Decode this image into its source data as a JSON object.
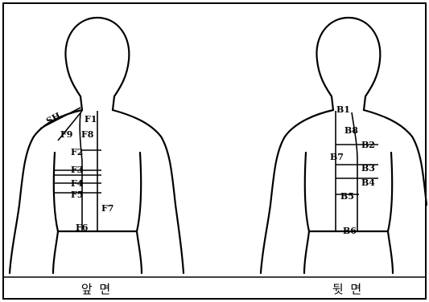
{
  "front": {
    "caption": "앞 면",
    "labels": {
      "sh": "SH",
      "f1": "F1",
      "f2": "F2",
      "f3": "F3",
      "f4": "F4",
      "f5": "F5",
      "f6": "F6",
      "f7": "F7",
      "f8": "F8",
      "f9": "F9"
    }
  },
  "back": {
    "caption": "뒷 면",
    "labels": {
      "b1": "B1",
      "b2": "B2",
      "b3": "B3",
      "b4": "B4",
      "b5": "B5",
      "b6": "B6",
      "b7": "B7",
      "b8": "B8"
    }
  }
}
